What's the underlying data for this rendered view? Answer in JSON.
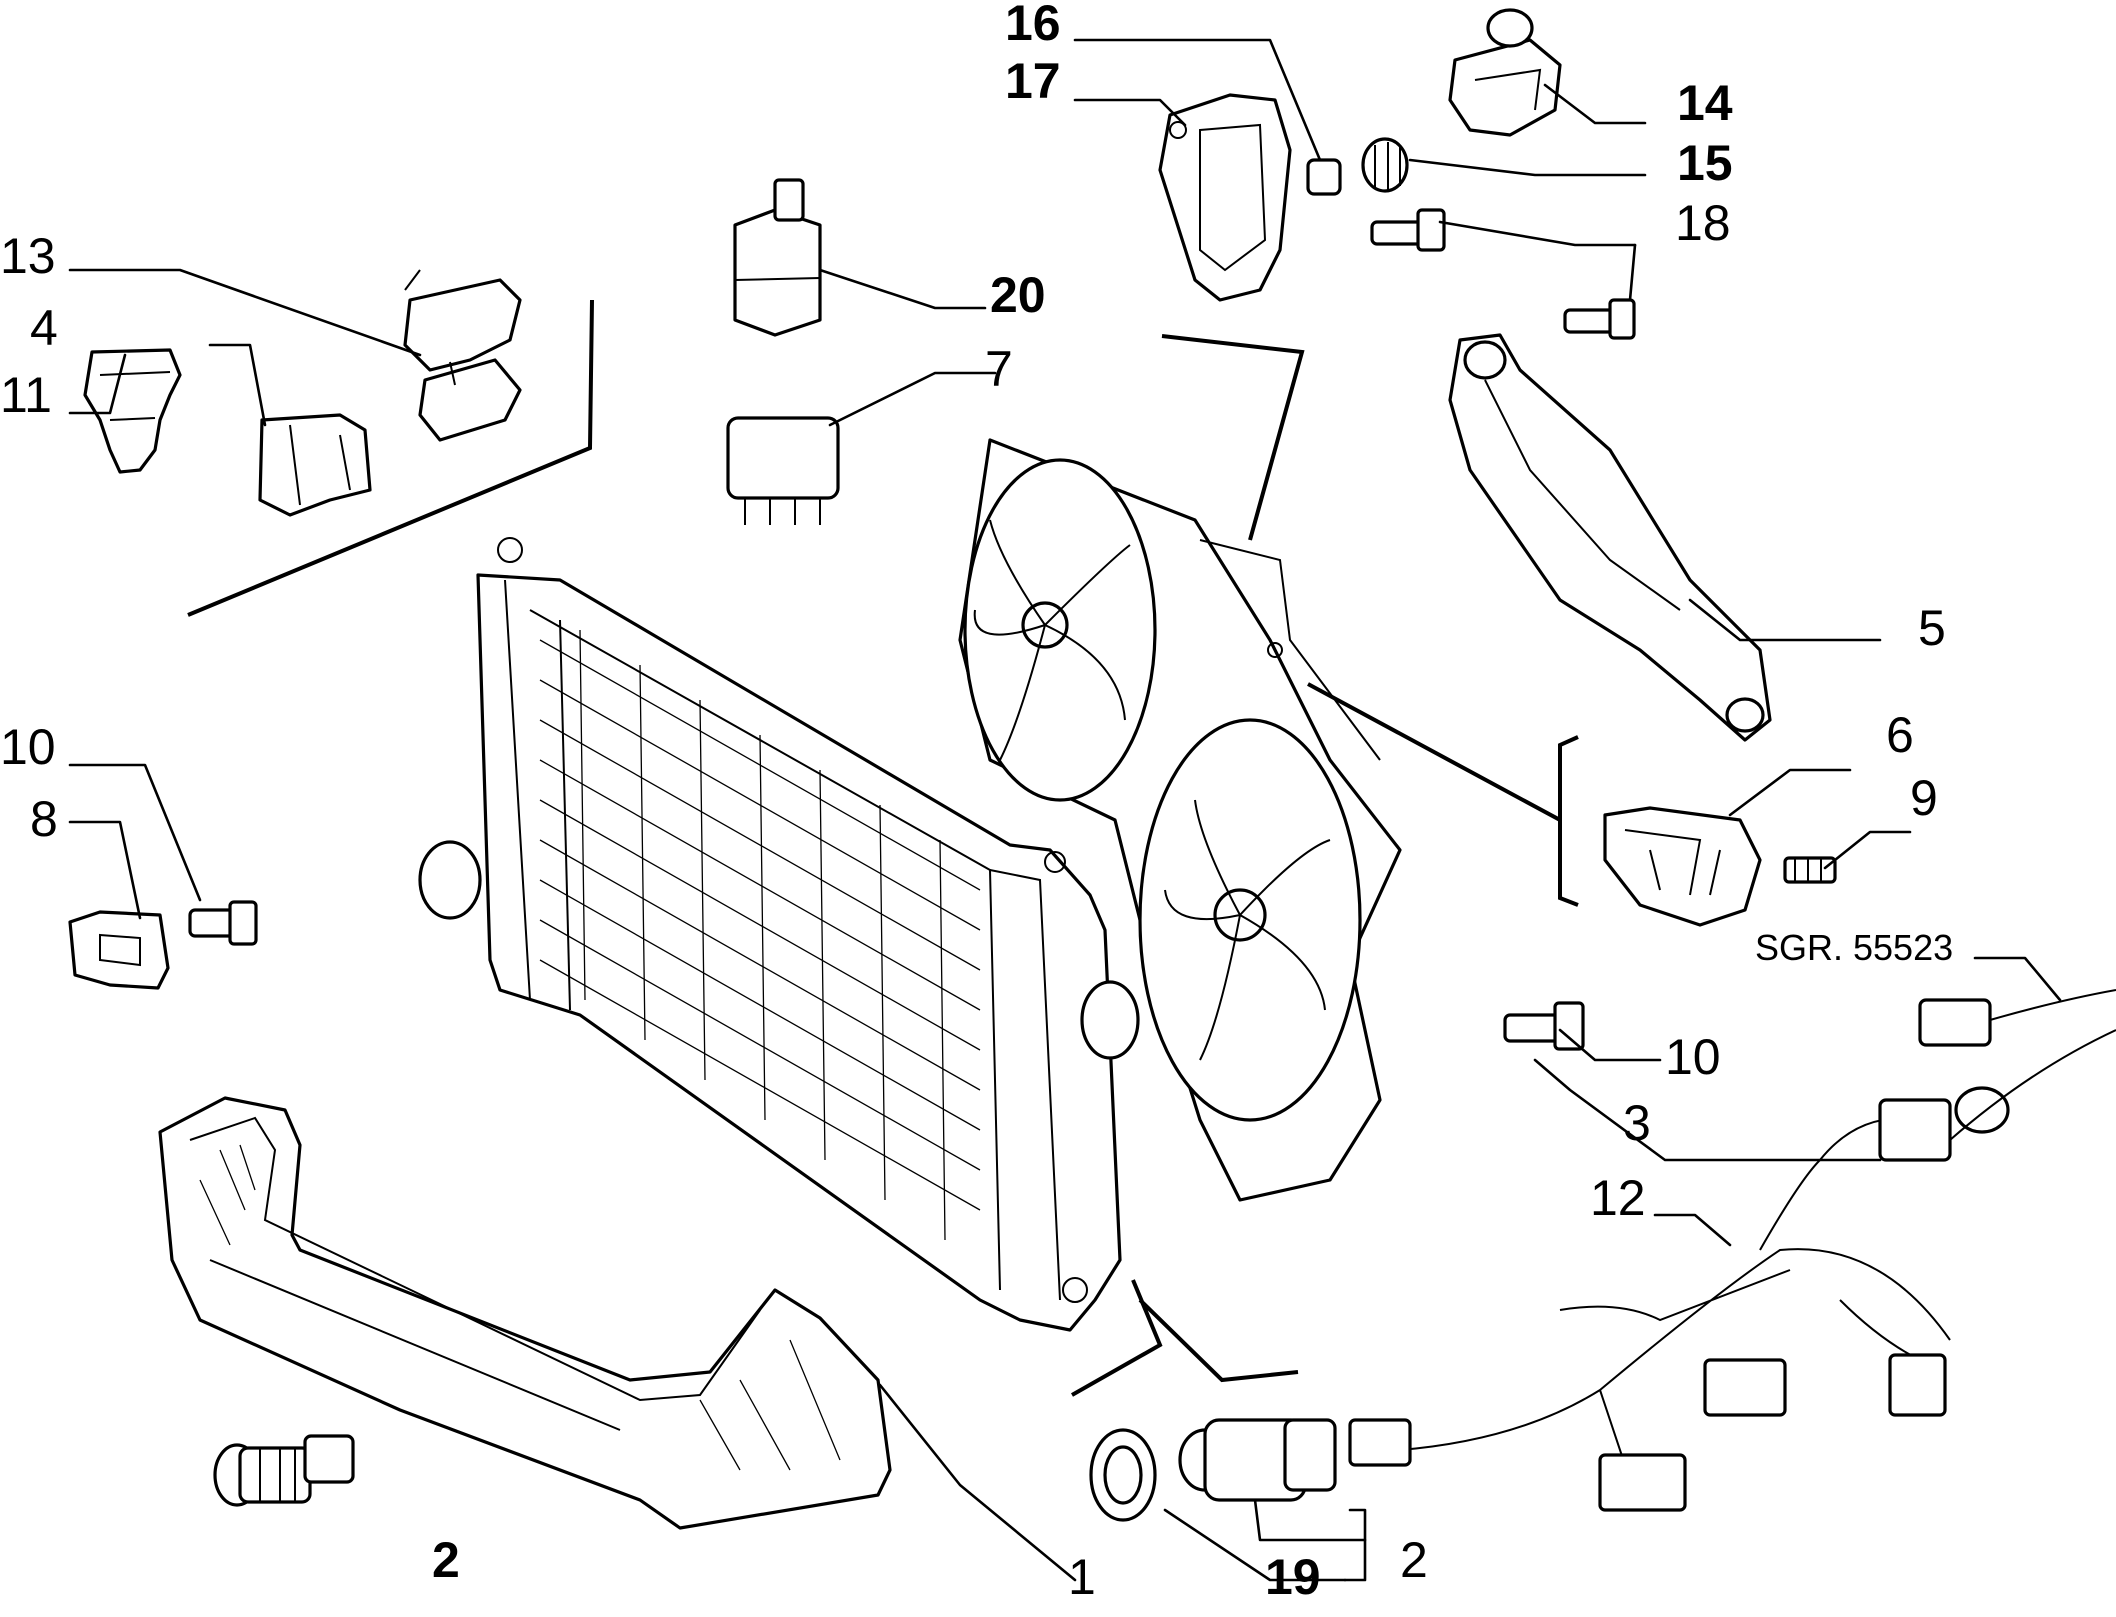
{
  "diagram": {
    "reference": "SGR. 55523",
    "labels": {
      "p1": "1",
      "p2a": "2",
      "p2b": "2",
      "p3": "3",
      "p4": "4",
      "p5": "5",
      "p6": "6",
      "p7": "7",
      "p8": "8",
      "p9": "9",
      "p10a": "10",
      "p10b": "10",
      "p11": "11",
      "p12": "12",
      "p13": "13",
      "p14": "14",
      "p15": "15",
      "p16": "16",
      "p17": "17",
      "p18": "18",
      "p19": "19",
      "p20": "20"
    }
  }
}
